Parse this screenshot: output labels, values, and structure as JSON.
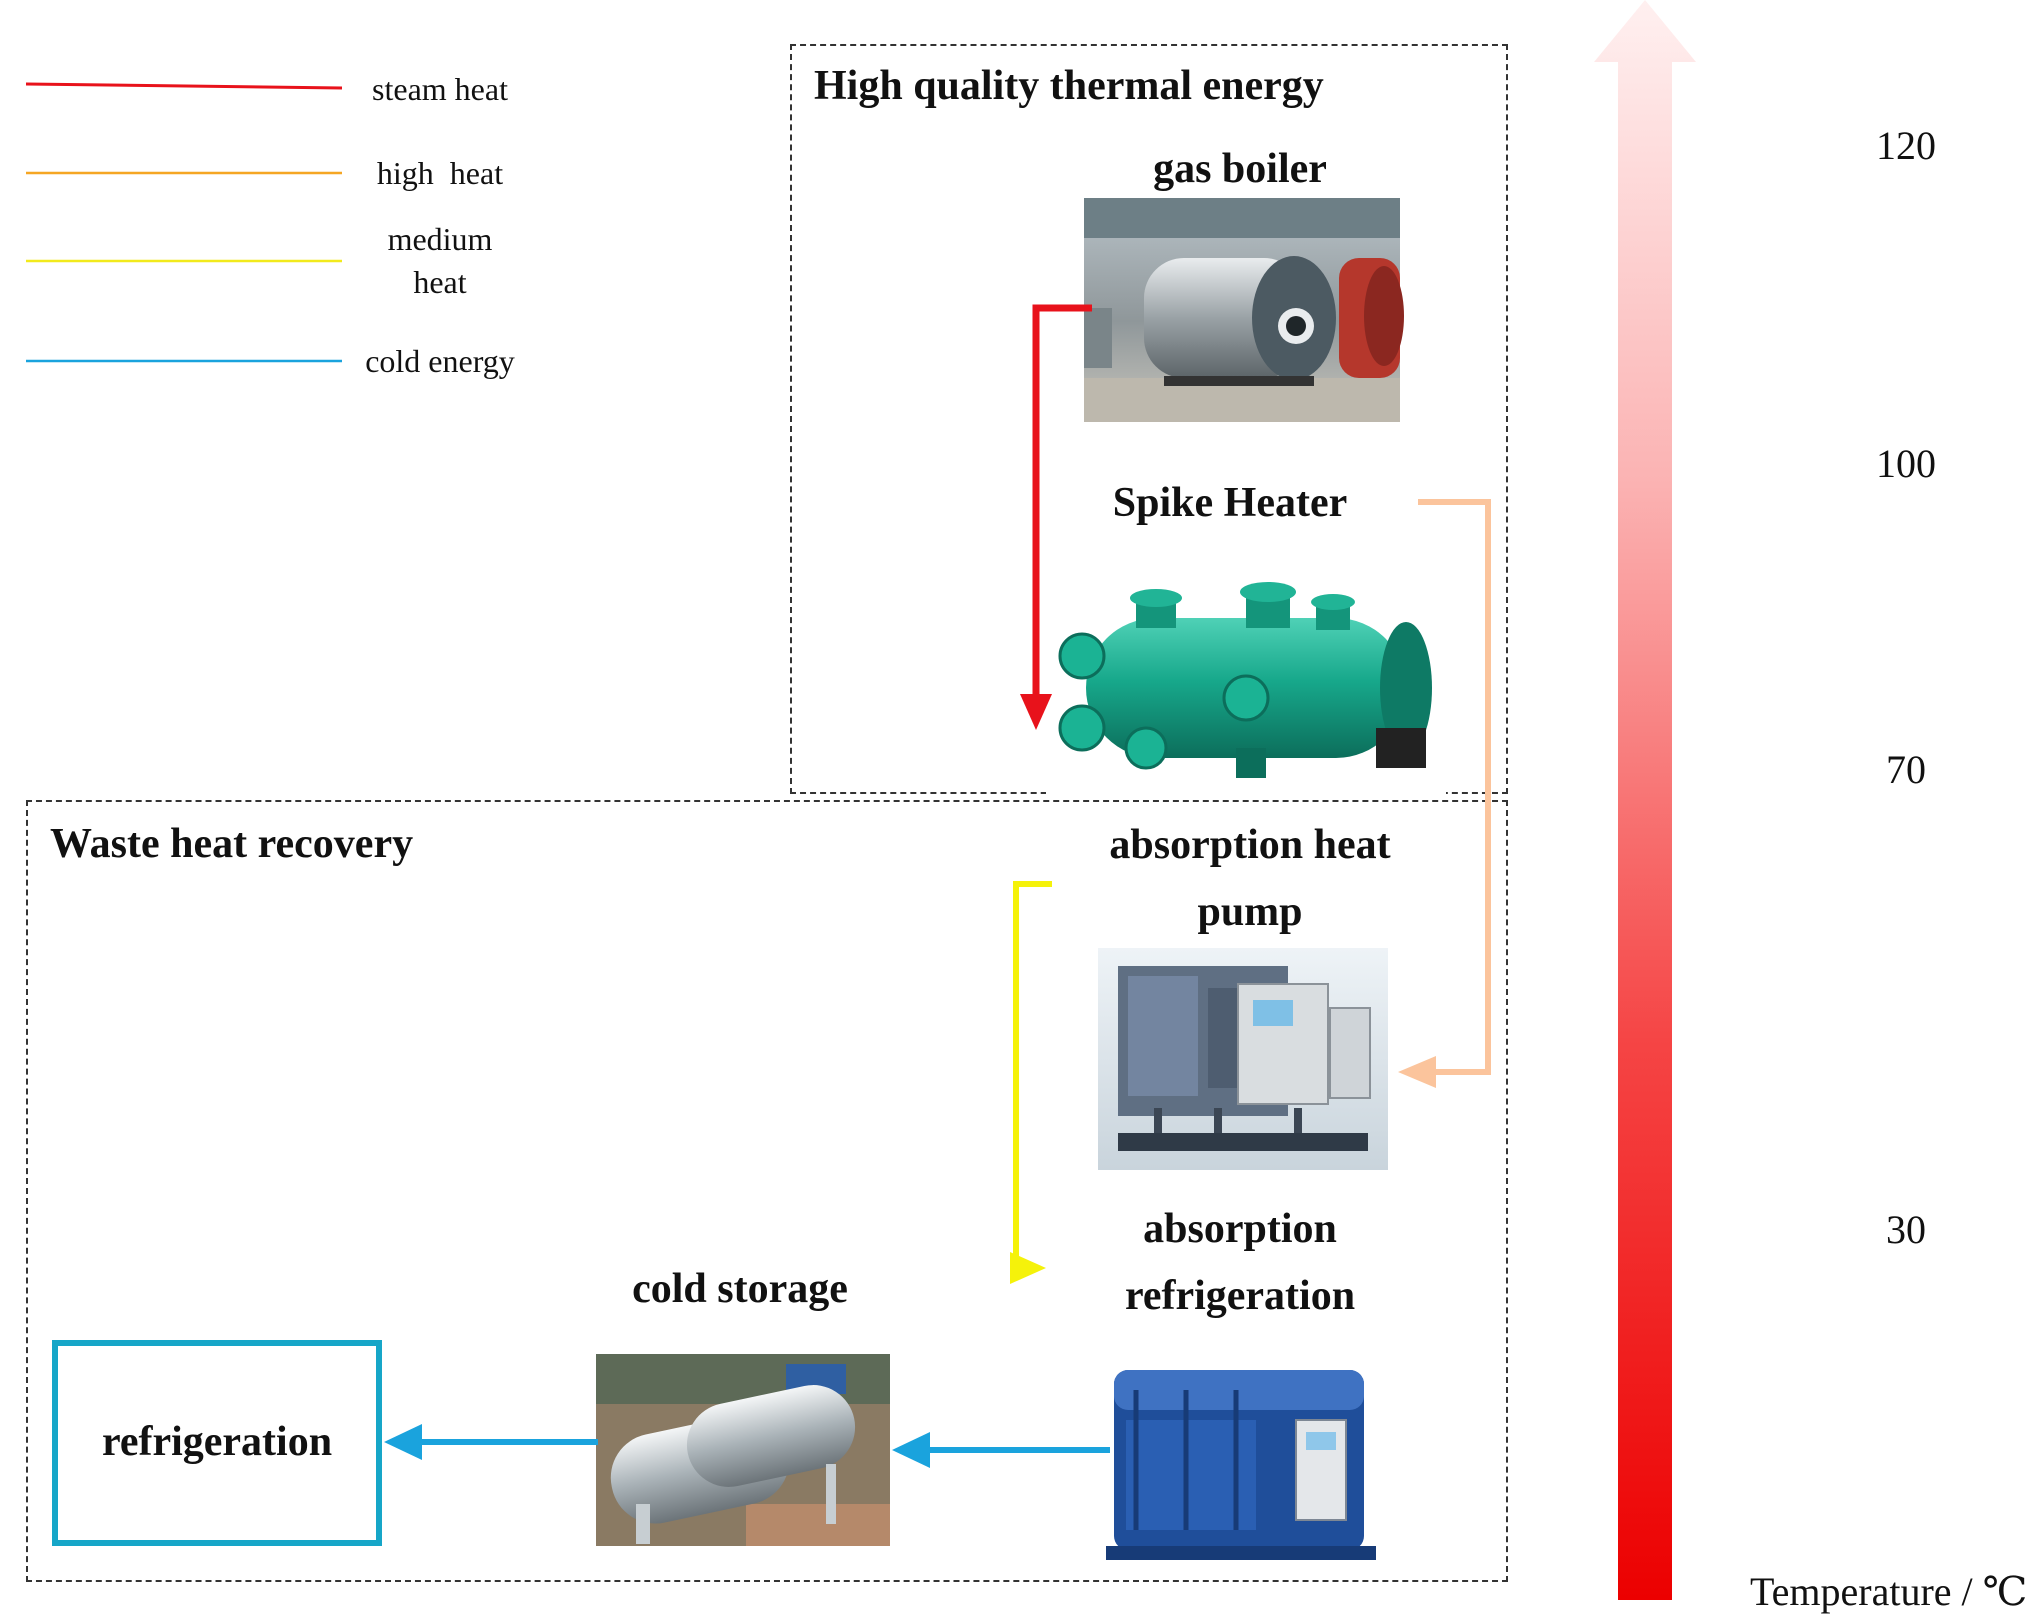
{
  "legend": {
    "items": [
      {
        "label": "steam heat",
        "color": "#e8121b"
      },
      {
        "label": "high  heat",
        "color": "#f5a623"
      },
      {
        "label": "medium\nheat",
        "color": "#f2ea1c"
      },
      {
        "label": "cold energy",
        "color": "#1aa3dd"
      }
    ]
  },
  "groups": {
    "high_quality": {
      "title": "High quality thermal energy"
    },
    "waste_heat": {
      "title": "Waste heat recovery"
    }
  },
  "equipment": {
    "gas_boiler": {
      "label": "gas boiler",
      "icon": "boiler-photo"
    },
    "spike_heater": {
      "label": "Spike Heater",
      "icon": "heat-exchanger-photo"
    },
    "absorption_heat_pump": {
      "label": "absorption heat\npump",
      "icon": "heat-pump-photo"
    },
    "absorption_refrigeration": {
      "label": "absorption\nrefrigeration",
      "icon": "chiller-photo"
    },
    "cold_storage": {
      "label": "cold storage",
      "icon": "storage-tanks-photo"
    },
    "refrigeration": {
      "label": "refrigeration"
    }
  },
  "flow_colors": {
    "steam": "#e8121b",
    "high": "#fbc49c",
    "medium": "#f5f20a",
    "cold": "#1aa3dd",
    "refrigeration_box": "#16a6c8"
  },
  "temperature_axis": {
    "label": "Temperature / ℃",
    "ticks": [
      "120",
      "100",
      "70",
      "30"
    ]
  }
}
